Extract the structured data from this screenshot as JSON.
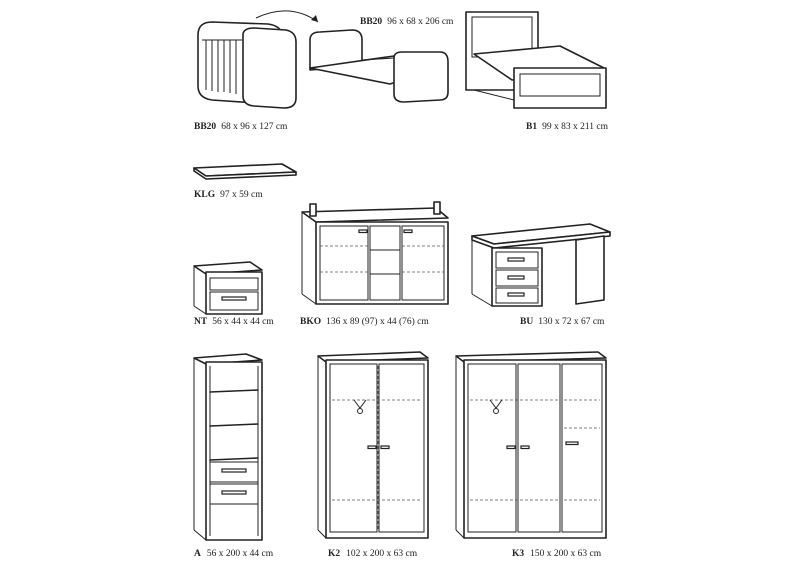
{
  "items": [
    {
      "code": "BB20",
      "dims": "96 x 68 x 206 cm"
    },
    {
      "code": "BB20",
      "dims": "68 x 96 x 127 cm"
    },
    {
      "code": "B1",
      "dims": "99 x 83 x 211 cm"
    },
    {
      "code": "KLG",
      "dims": "97 x 59 cm"
    },
    {
      "code": "NT",
      "dims": "56 x 44 x 44 cm"
    },
    {
      "code": "BKO",
      "dims": "136 x  89 (97) x 44 (76) cm"
    },
    {
      "code": "BU",
      "dims": "130 x 72 x 67 cm"
    },
    {
      "code": "A",
      "dims": "56 x 200 x 44 cm"
    },
    {
      "code": "K2",
      "dims": "102 x 200 x 63 cm"
    },
    {
      "code": "K3",
      "dims": "150 x 200 x 63 cm"
    }
  ]
}
